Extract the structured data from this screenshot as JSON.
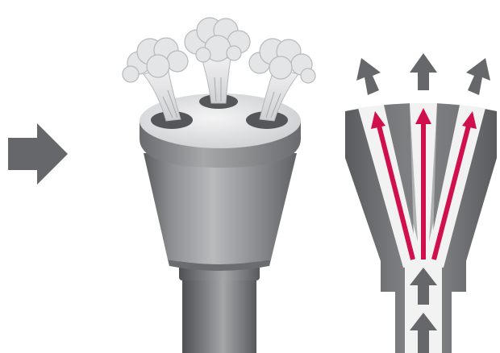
{
  "figure": {
    "panels": [
      {
        "id": "input",
        "icon": "right-arrow-icon"
      },
      {
        "id": "nozzle-exterior",
        "icon": "spray-nozzle-icon",
        "outlets": 3,
        "spray": "plume"
      },
      {
        "id": "nozzle-cross-section",
        "icon": "nozzle-section-icon",
        "internal_paths": 3
      }
    ],
    "colors": {
      "arrow_gray": "#66676b",
      "metal_light": "#b9babc",
      "metal_mid": "#8d8e91",
      "metal_dark": "#58595c",
      "flow_arrow": "#d0104c",
      "channel": "#f2f2f2",
      "spray": "#e3e4e5"
    }
  }
}
